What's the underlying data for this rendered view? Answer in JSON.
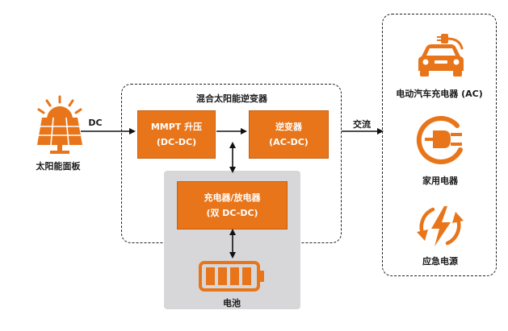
{
  "source": {
    "label": "太阳能面板"
  },
  "dc_label": "DC",
  "inverter": {
    "title": "混合太阳能逆变器"
  },
  "mppt": {
    "line1": "MMPT 升压",
    "line2": "(DC-DC)"
  },
  "inv": {
    "line1": "逆变器",
    "line2": "(AC-DC)"
  },
  "charger": {
    "line1": "充电器/放电器",
    "line2": "(双 DC-DC)"
  },
  "battery": {
    "label": "电池"
  },
  "ac_label": "交流",
  "outputs": [
    {
      "label": "电动汽车充电器 (AC)",
      "icon": "ev-charging-car-icon"
    },
    {
      "label": "家用电器",
      "icon": "plug-icon"
    },
    {
      "label": "应急电源",
      "icon": "lightning-refresh-icon"
    }
  ],
  "colors": {
    "accent": "#e8751a",
    "battery_bg": "#d7d7d9"
  }
}
